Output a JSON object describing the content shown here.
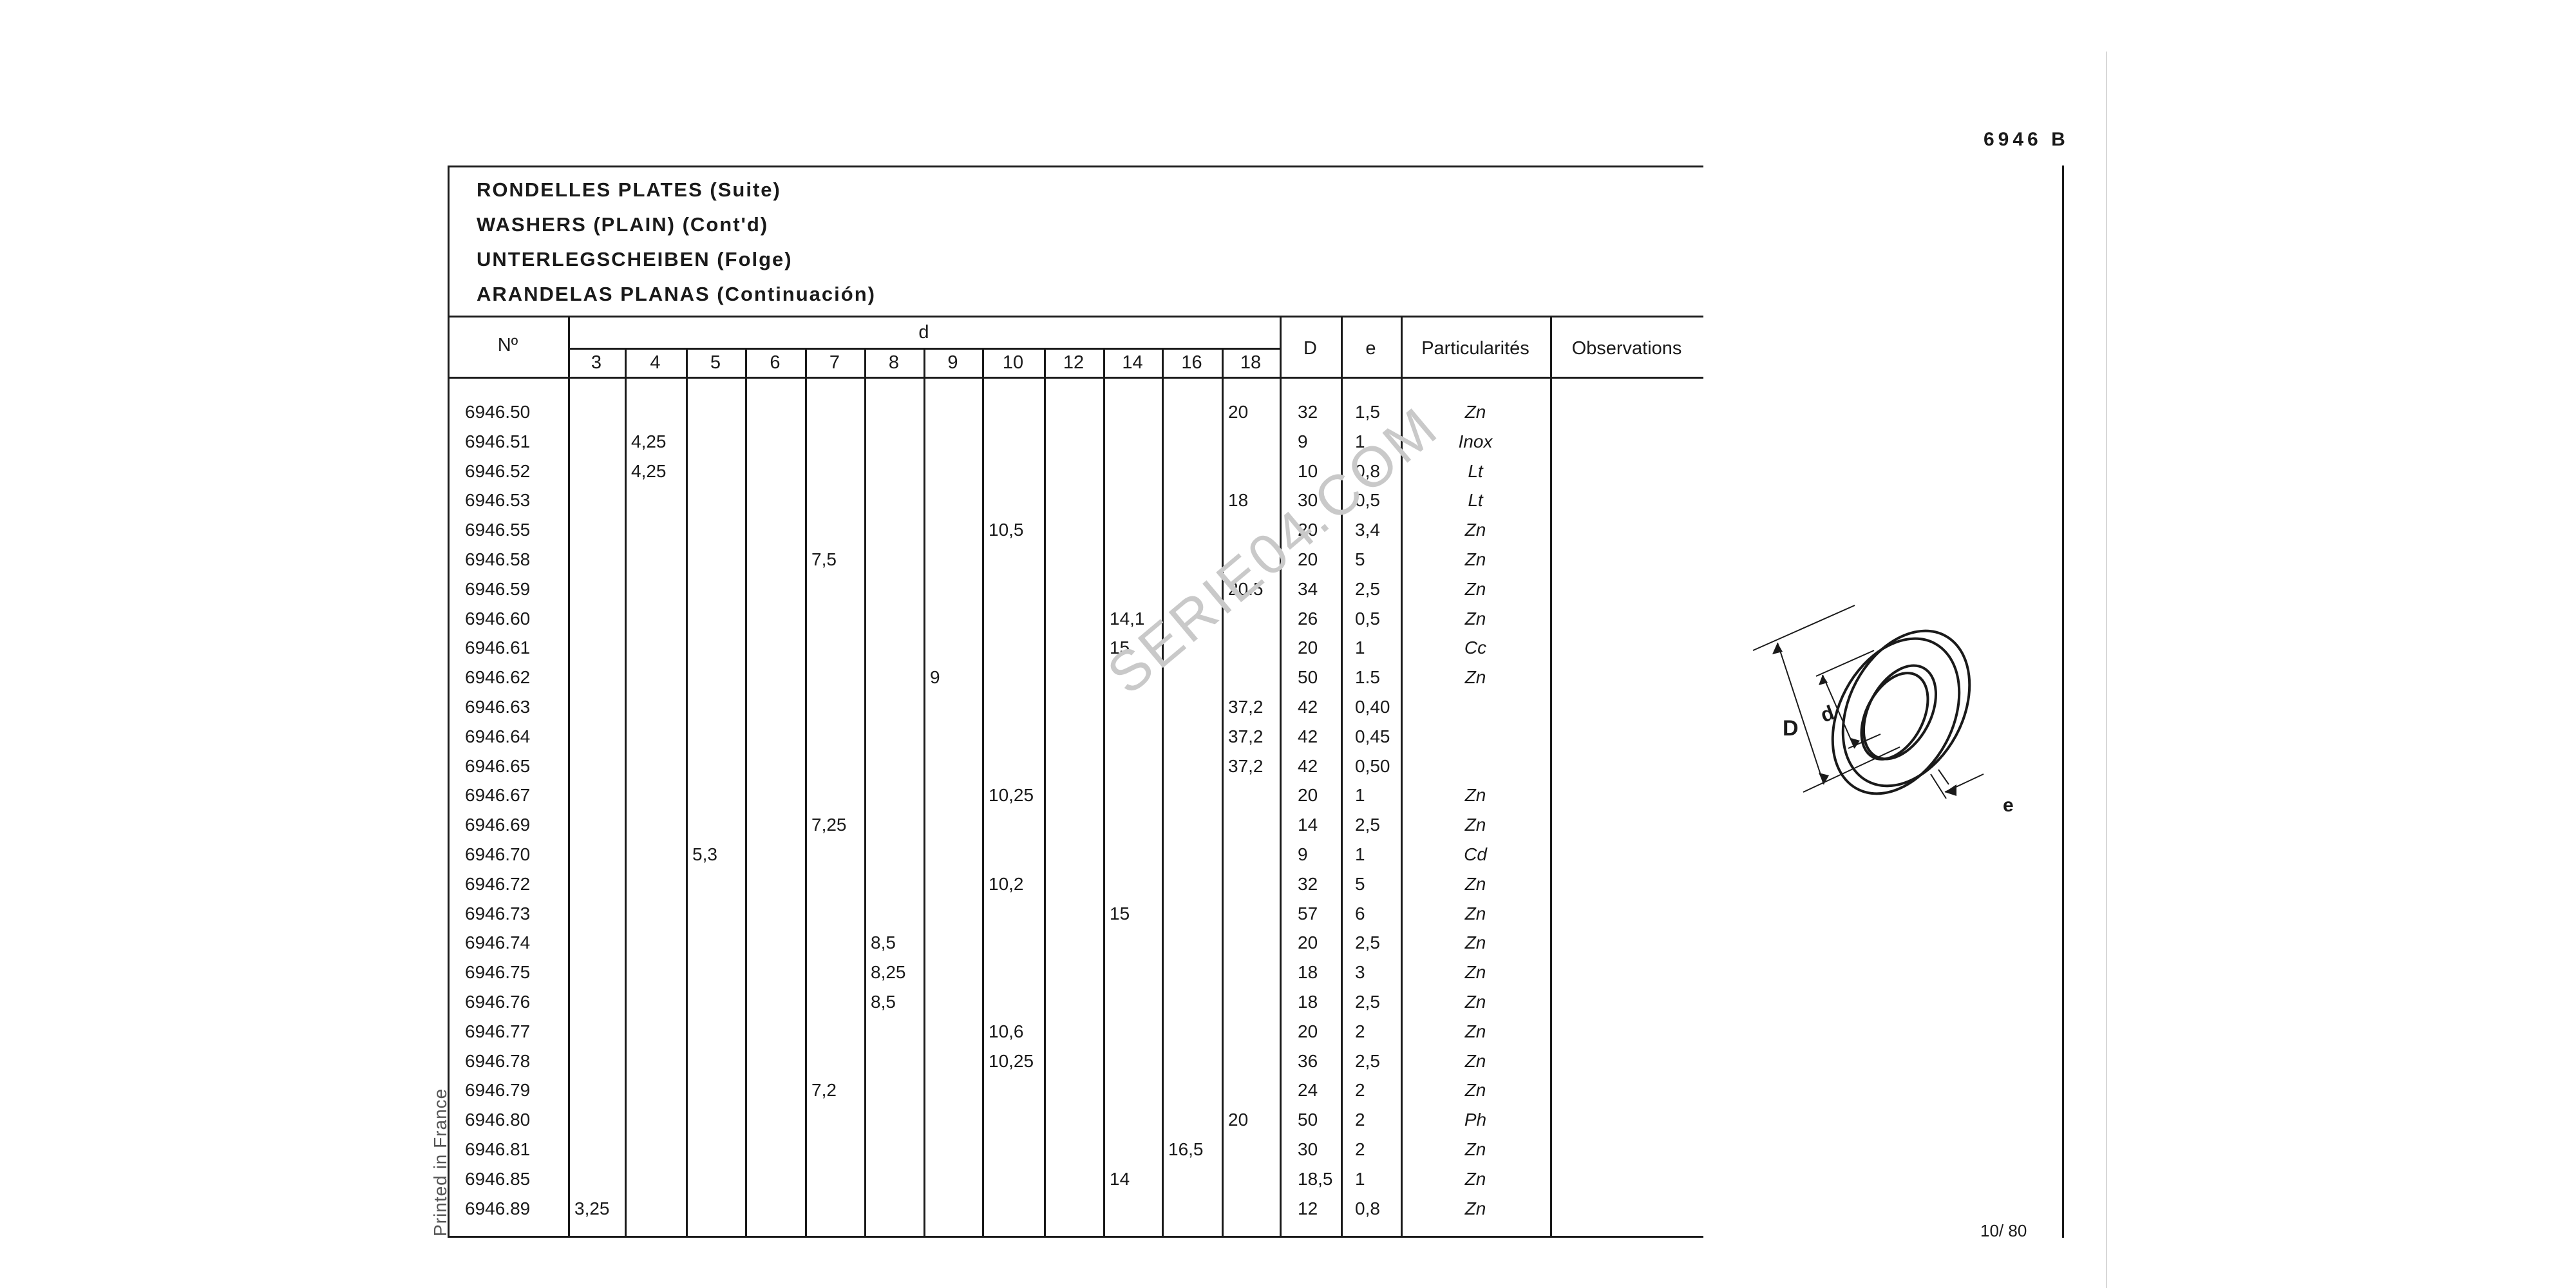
{
  "page_code": "6946 B",
  "titles": [
    "RONDELLES PLATES (Suite)",
    "WASHERS (PLAIN) (Cont'd)",
    "UNTERLEGSCHEIBEN (Folge)",
    "ARANDELAS PLANAS (Continuación)"
  ],
  "headers": {
    "no": "Nº",
    "d": "d",
    "d_sizes": [
      "3",
      "4",
      "5",
      "6",
      "7",
      "8",
      "9",
      "10",
      "12",
      "14",
      "16",
      "18"
    ],
    "D": "D",
    "e": "e",
    "particularites": "Particularités",
    "observations": "Observations"
  },
  "rows": [
    {
      "no": "6946.50",
      "col": "18",
      "val": "20",
      "D": "32",
      "e": "1,5",
      "p": "Zn"
    },
    {
      "no": "6946.51",
      "col": "4",
      "val": "4,25",
      "D": "9",
      "e": "1",
      "p": "Inox"
    },
    {
      "no": "6946.52",
      "col": "4",
      "val": "4,25",
      "D": "10",
      "e": "0,8",
      "p": "Lt"
    },
    {
      "no": "6946.53",
      "col": "18",
      "val": "18",
      "D": "30",
      "e": "0,5",
      "p": "Lt"
    },
    {
      "no": "6946.55",
      "col": "10",
      "val": "10,5",
      "D": "20",
      "e": "3,4",
      "p": "Zn"
    },
    {
      "no": "6946.58",
      "col": "7",
      "val": "7,5",
      "D": "20",
      "e": "5",
      "p": "Zn"
    },
    {
      "no": "6946.59",
      "col": "18",
      "val": "20.5",
      "D": "34",
      "e": "2,5",
      "p": "Zn"
    },
    {
      "no": "6946.60",
      "col": "14",
      "val": "14,1",
      "D": "26",
      "e": "0,5",
      "p": "Zn"
    },
    {
      "no": "6946.61",
      "col": "14",
      "val": "15",
      "D": "20",
      "e": "1",
      "p": "Cc"
    },
    {
      "no": "6946.62",
      "col": "9",
      "val": "9",
      "D": "50",
      "e": "1.5",
      "p": "Zn"
    },
    {
      "no": "6946.63",
      "col": "18",
      "val": "37,2",
      "D": "42",
      "e": "0,40",
      "p": ""
    },
    {
      "no": "6946.64",
      "col": "18",
      "val": "37,2",
      "D": "42",
      "e": "0,45",
      "p": ""
    },
    {
      "no": "6946.65",
      "col": "18",
      "val": "37,2",
      "D": "42",
      "e": "0,50",
      "p": ""
    },
    {
      "no": "6946.67",
      "col": "10",
      "val": "10,25",
      "D": "20",
      "e": "1",
      "p": "Zn"
    },
    {
      "no": "6946.69",
      "col": "7",
      "val": "7,25",
      "D": "14",
      "e": "2,5",
      "p": "Zn"
    },
    {
      "no": "6946.70",
      "col": "5",
      "val": "5,3",
      "D": "9",
      "e": "1",
      "p": "Cd"
    },
    {
      "no": "6946.72",
      "col": "10",
      "val": "10,2",
      "D": "32",
      "e": "5",
      "p": "Zn"
    },
    {
      "no": "6946.73",
      "col": "14",
      "val": "15",
      "D": "57",
      "e": "6",
      "p": "Zn"
    },
    {
      "no": "6946.74",
      "col": "8",
      "val": "8,5",
      "D": "20",
      "e": "2,5",
      "p": "Zn"
    },
    {
      "no": "6946.75",
      "col": "8",
      "val": "8,25",
      "D": "18",
      "e": "3",
      "p": "Zn"
    },
    {
      "no": "6946.76",
      "col": "8",
      "val": "8,5",
      "D": "18",
      "e": "2,5",
      "p": "Zn"
    },
    {
      "no": "6946.77",
      "col": "10",
      "val": "10,6",
      "D": "20",
      "e": "2",
      "p": "Zn"
    },
    {
      "no": "6946.78",
      "col": "10",
      "val": "10,25",
      "D": "36",
      "e": "2,5",
      "p": "Zn"
    },
    {
      "no": "6946.79",
      "col": "7",
      "val": "7,2",
      "D": "24",
      "e": "2",
      "p": "Zn"
    },
    {
      "no": "6946.80",
      "col": "18",
      "val": "20",
      "D": "50",
      "e": "2",
      "p": "Ph"
    },
    {
      "no": "6946.81",
      "col": "16",
      "val": "16,5",
      "D": "30",
      "e": "2",
      "p": "Zn"
    },
    {
      "no": "6946.85",
      "col": "14",
      "val": "14",
      "D": "18,5",
      "e": "1",
      "p": "Zn"
    },
    {
      "no": "6946.89",
      "col": "3",
      "val": "3,25",
      "D": "12",
      "e": "0,8",
      "p": "Zn"
    }
  ],
  "diagram_labels": {
    "D": "D",
    "d": "d",
    "e": "e"
  },
  "watermark": "SERIE04.COM",
  "side_text": "Printed in France",
  "footer_page": "10/ 80"
}
